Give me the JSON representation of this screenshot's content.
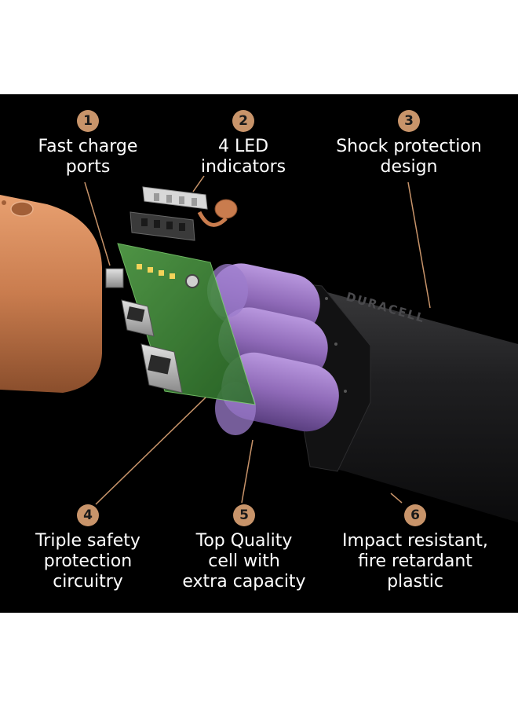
{
  "colors": {
    "background": "#000000",
    "badge": "#c8946a",
    "text": "#ffffff",
    "copper": "#c97c4e",
    "casing": "#1d1d1f",
    "cells": "#8f6ab8",
    "pcb": "#3d8a3a"
  },
  "brand": "DURACELL",
  "callouts": [
    {
      "number": "1",
      "label": "Fast charge\nports"
    },
    {
      "number": "2",
      "label": "4 LED\nindicators"
    },
    {
      "number": "3",
      "label": "Shock protection\ndesign"
    },
    {
      "number": "4",
      "label": "Triple safety\nprotection\ncircuitry"
    },
    {
      "number": "5",
      "label": "Top Quality\ncell with\nextra capacity"
    },
    {
      "number": "6",
      "label": "Impact resistant,\nfire retardant\nplastic"
    }
  ]
}
